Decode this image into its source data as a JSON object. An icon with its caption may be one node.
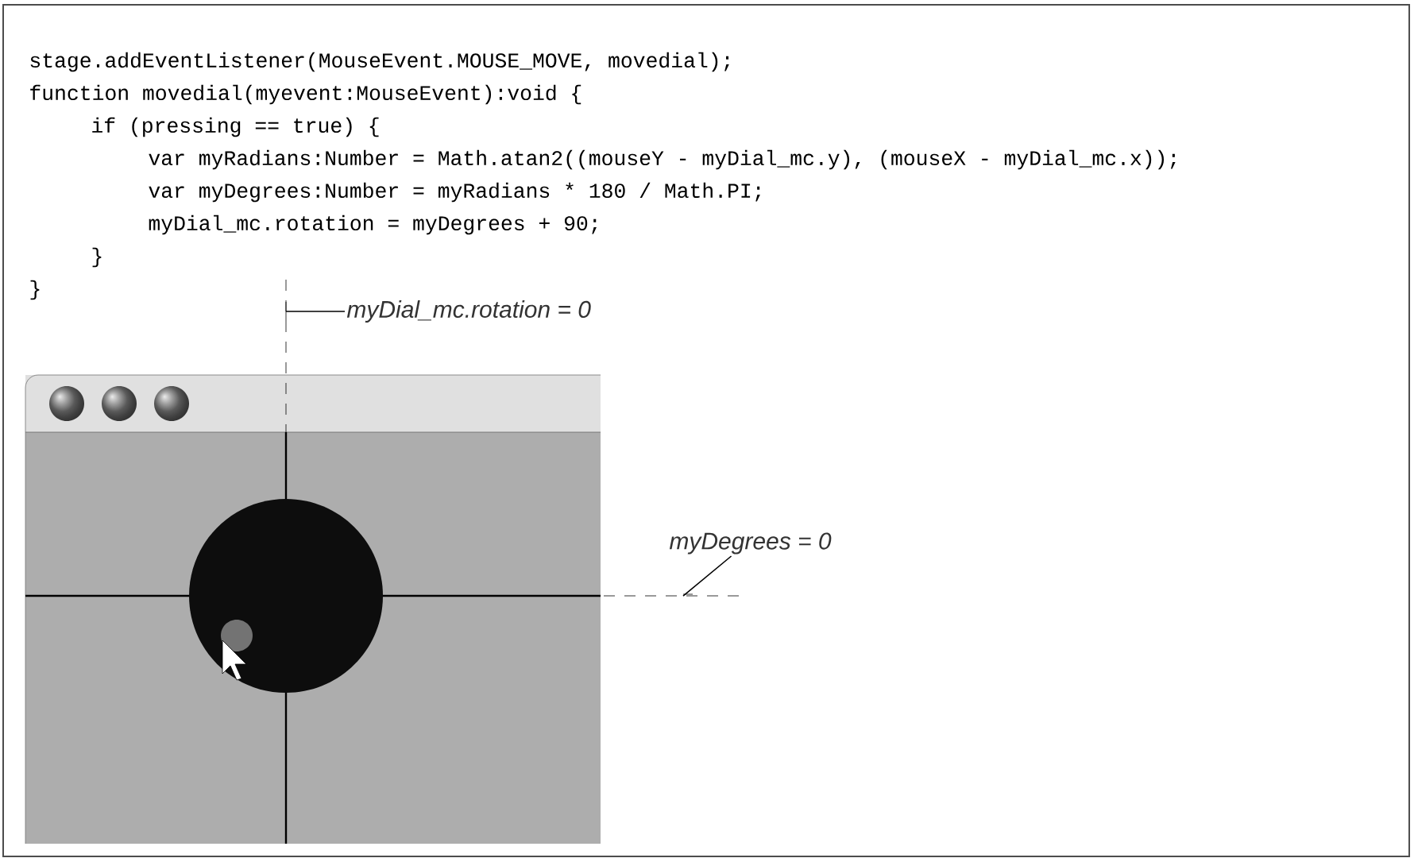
{
  "diagram": {
    "nodes": [
      {
        "text": [
          "myDial_mc.rotation = 0"
        ]
      },
      {
        "text": [
          "myDegrees = 0"
        ]
      }
    ],
    "edges": [
      {
        "from": 0,
        "to": null,
        "arrow": "none"
      },
      {
        "from": 1,
        "to": null,
        "arrow": "none"
      }
    ],
    "labels": [
      "stage.addEventListener(MouseEvent.MOUSE_MOVE, movedial);",
      "function movedial(myevent:MouseEvent):void {",
      "if (pressing == true) {",
      "var myRadians:Number = Math.atan2((mouseY - myDial_mc.y), (mouseX - myDial_mc.x));",
      "var myDegrees:Number = myRadians * 180 / Math.PI;",
      "myDial_mc.rotation = myDegrees + 90;",
      "}",
      "}"
    ]
  }
}
